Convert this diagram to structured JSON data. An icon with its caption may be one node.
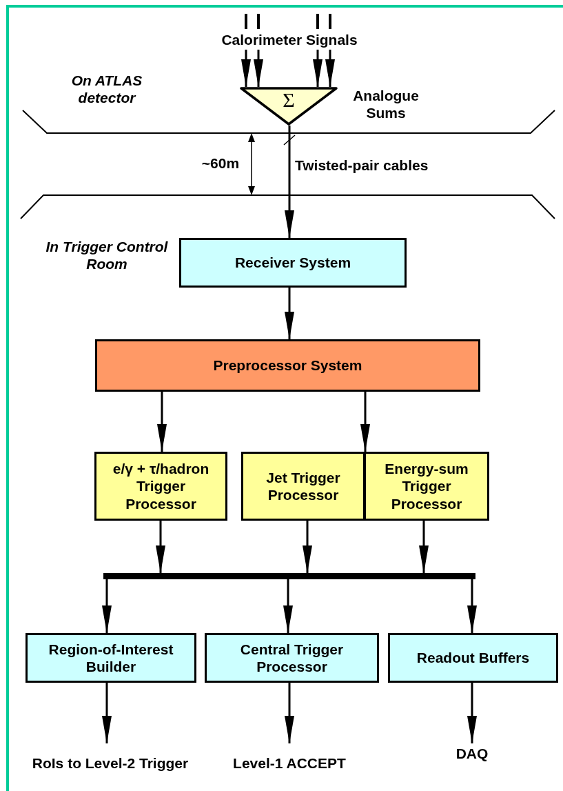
{
  "diagram": {
    "nodes": [
      {
        "text": [
          "Calorimeter Signals"
        ]
      },
      {
        "text": [
          "Σ"
        ],
        "beside": [
          "Analogue Sums"
        ]
      },
      {
        "text": [
          "Receiver System"
        ]
      },
      {
        "text": [
          "Preprocessor System"
        ]
      },
      {
        "text": [
          "e/γ + τ/hadron Trigger Processor"
        ]
      },
      {
        "text": [
          "Jet Trigger Processor"
        ]
      },
      {
        "text": [
          "Energy-sum Trigger Processor"
        ]
      },
      {
        "text": [],
        "shape": "bar"
      },
      {
        "text": [
          "Region-of-Interest Builder"
        ]
      },
      {
        "text": [
          "Central Trigger Processor"
        ]
      },
      {
        "text": [
          "Readout Buffers"
        ]
      },
      {
        "text": [
          "RoIs to Level-2 Trigger"
        ]
      },
      {
        "text": [
          "Level-1 ACCEPT"
        ]
      },
      {
        "text": [
          "DAQ"
        ]
      }
    ],
    "edges": [
      {
        "from": 0,
        "to": 1,
        "arrow": "to"
      },
      {
        "from": 0,
        "to": 1,
        "arrow": "to"
      },
      {
        "from": 0,
        "to": 1,
        "arrow": "to"
      },
      {
        "from": 0,
        "to": 1,
        "arrow": "to"
      },
      {
        "from": 1,
        "to": 2,
        "arrow": "to",
        "label": "Twisted-pair cables"
      },
      {
        "from": 2,
        "to": 3,
        "arrow": "to"
      },
      {
        "from": 3,
        "to": 4,
        "arrow": "to"
      },
      {
        "from": 3,
        "to": 5,
        "arrow": "to"
      },
      {
        "from": 3,
        "to": 6,
        "arrow": "to"
      },
      {
        "from": 4,
        "to": 7,
        "arrow": "to"
      },
      {
        "from": 5,
        "to": 7,
        "arrow": "to"
      },
      {
        "from": 6,
        "to": 7,
        "arrow": "to"
      },
      {
        "from": 7,
        "to": 8,
        "arrow": "to"
      },
      {
        "from": 7,
        "to": 9,
        "arrow": "to"
      },
      {
        "from": 7,
        "to": 10,
        "arrow": "to"
      },
      {
        "from": 8,
        "to": 11,
        "arrow": "to"
      },
      {
        "from": 9,
        "to": 12,
        "arrow": "to"
      },
      {
        "from": 10,
        "to": 13,
        "arrow": "to"
      }
    ],
    "labels": [
      "On ATLAS detector",
      "In Trigger Control Room",
      "~60m"
    ]
  }
}
